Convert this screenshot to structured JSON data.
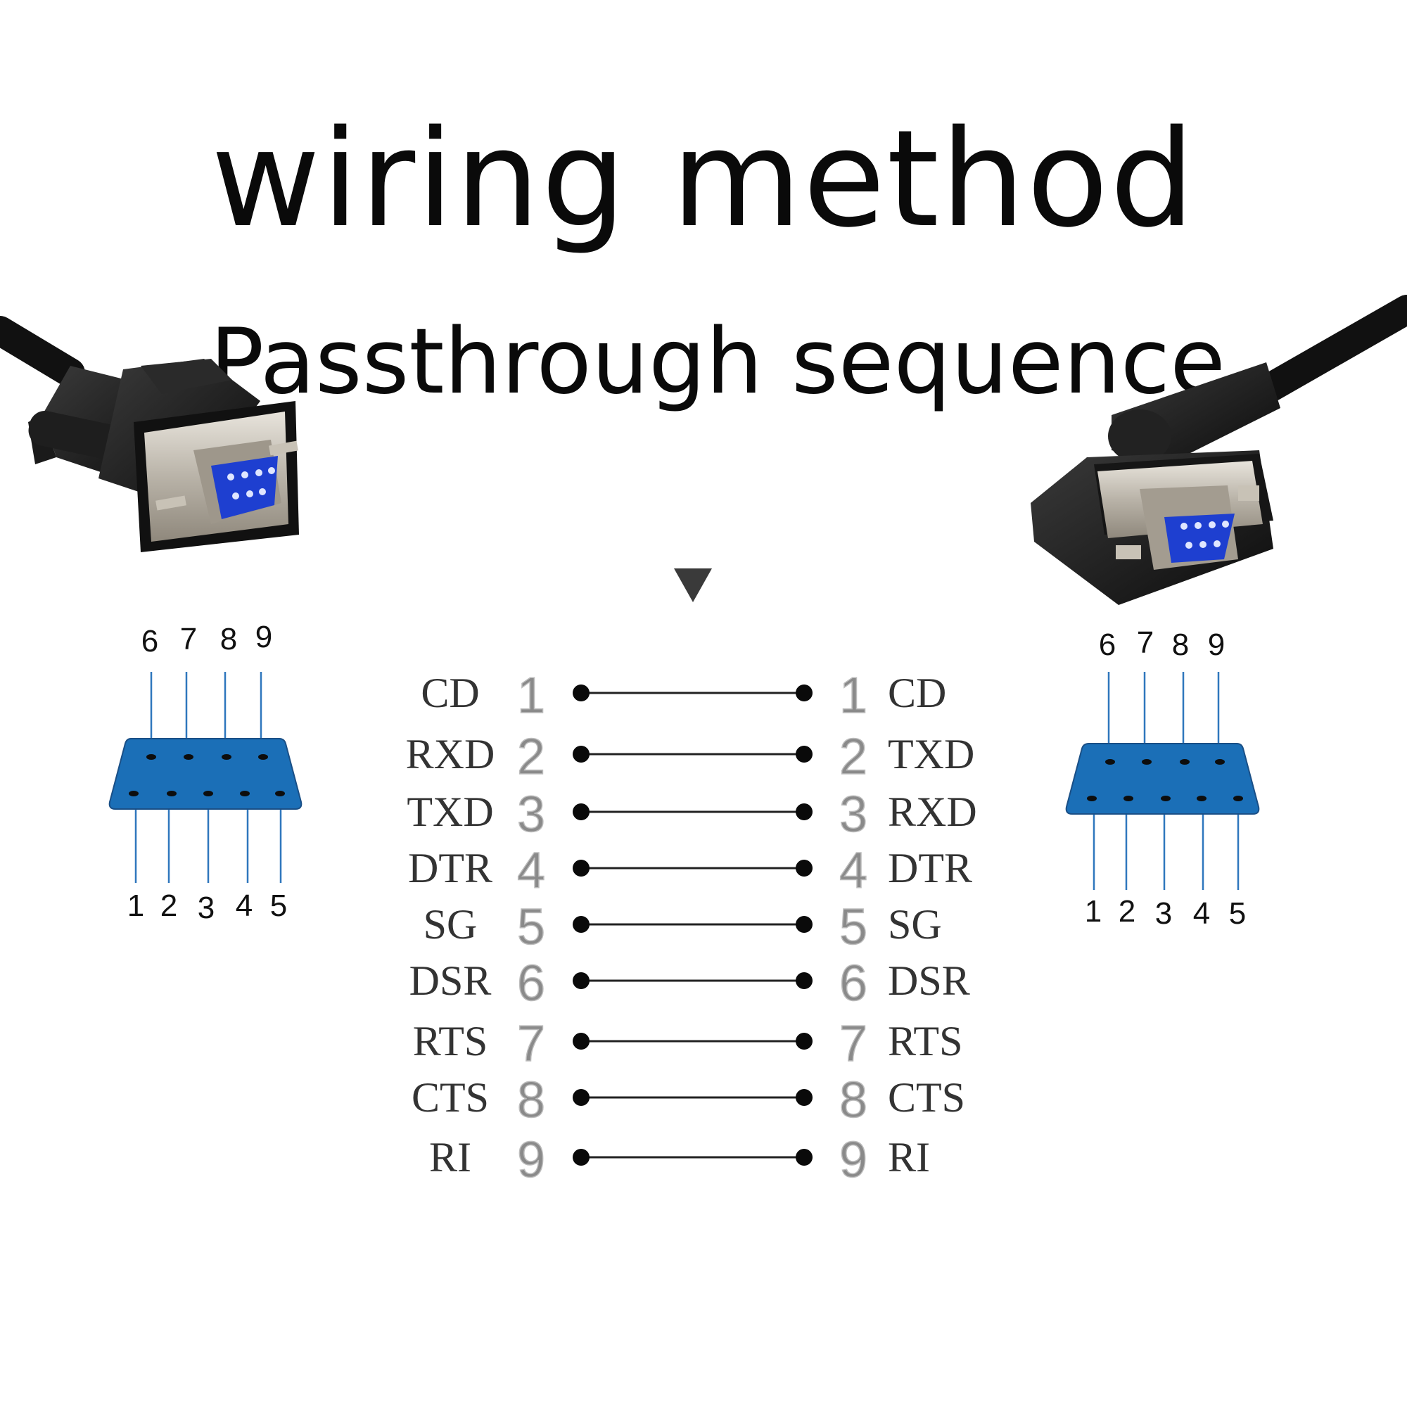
{
  "header": {
    "title": "wiring method",
    "subtitle": "Passthrough sequence"
  },
  "colors": {
    "connector_blue": "#1b6fb7",
    "connector_blue_edge": "#1a4f86",
    "pin_line_blue": "#2f77bd",
    "wire": "#222222"
  },
  "left_connector": {
    "top_pins": [
      "6",
      "7",
      "8",
      "9"
    ],
    "bottom_pins": [
      "1",
      "2",
      "3",
      "4",
      "5"
    ]
  },
  "right_connector": {
    "top_pins": [
      "6",
      "7",
      "8",
      "9"
    ],
    "bottom_pins": [
      "1",
      "2",
      "3",
      "4",
      "5"
    ]
  },
  "wiring": [
    {
      "left_signal": "CD",
      "left_pin": "1",
      "right_pin": "1",
      "right_signal": "CD"
    },
    {
      "left_signal": "RXD",
      "left_pin": "2",
      "right_pin": "2",
      "right_signal": "TXD"
    },
    {
      "left_signal": "TXD",
      "left_pin": "3",
      "right_pin": "3",
      "right_signal": "RXD"
    },
    {
      "left_signal": "DTR",
      "left_pin": "4",
      "right_pin": "4",
      "right_signal": "DTR"
    },
    {
      "left_signal": "SG",
      "left_pin": "5",
      "right_pin": "5",
      "right_signal": "SG"
    },
    {
      "left_signal": "DSR",
      "left_pin": "6",
      "right_pin": "6",
      "right_signal": "DSR"
    },
    {
      "left_signal": "RTS",
      "left_pin": "7",
      "right_pin": "7",
      "right_signal": "RTS"
    },
    {
      "left_signal": "CTS",
      "left_pin": "8",
      "right_pin": "8",
      "right_signal": "CTS"
    },
    {
      "left_signal": "RI",
      "left_pin": "9",
      "right_pin": "9",
      "right_signal": "RI"
    }
  ]
}
